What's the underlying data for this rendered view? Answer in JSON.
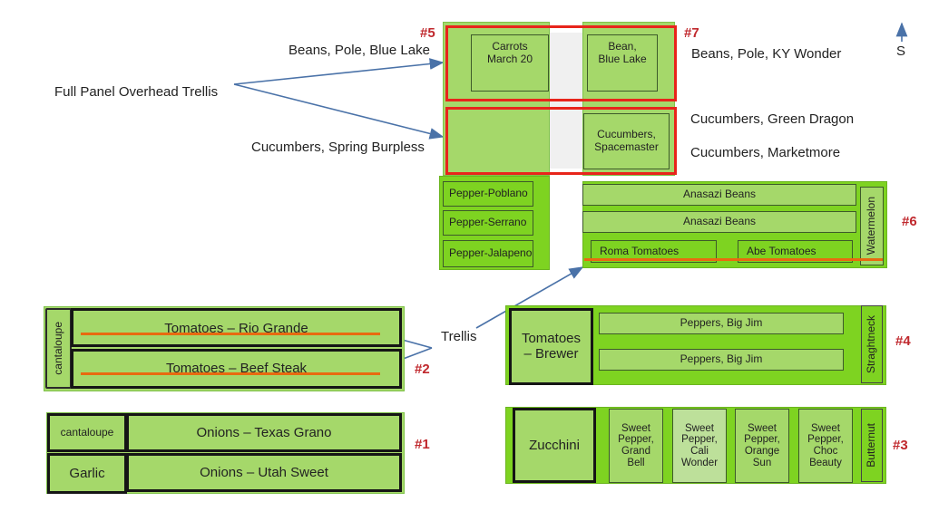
{
  "compass": {
    "label": "S",
    "icon": "arrow-up-icon"
  },
  "beds": {
    "b5": {
      "number": "#5",
      "plots": {
        "carrots": "Carrots\nMarch 20",
        "pepper_poblano": "Pepper-Poblano",
        "pepper_serrano": "Pepper-Serrano",
        "pepper_jalapeno": "Pepper-Jalapeno"
      }
    },
    "b7": {
      "number": "#7",
      "plots": {
        "bean_blue_lake": "Bean,\nBlue Lake",
        "cucumbers_spacemaster": "Cucumbers,\nSpacemaster"
      }
    },
    "b6": {
      "number": "#6",
      "plots": {
        "anasazi_1": "Anasazi Beans",
        "anasazi_2": "Anasazi Beans",
        "roma": "Roma Tomatoes",
        "abe": "Abe Tomatoes",
        "watermelon": "Watermelon"
      }
    },
    "b2": {
      "number": "#2",
      "plots": {
        "cantaloupe": "cantaloupe",
        "rio_grande": "Tomatoes – Rio Grande",
        "beef_steak": "Tomatoes – Beef Steak"
      }
    },
    "b1": {
      "number": "#1",
      "plots": {
        "cantaloupe": "cantaloupe",
        "garlic": "Garlic",
        "texas_grano": "Onions – Texas Grano",
        "utah_sweet": "Onions – Utah Sweet"
      }
    },
    "b4": {
      "number": "#4",
      "plots": {
        "brewer": "Tomatoes\n– Brewer",
        "big_jim_1": "Peppers, Big Jim",
        "big_jim_2": "Peppers, Big Jim",
        "straightneck": "Straghtneck"
      }
    },
    "b3": {
      "number": "#3",
      "plots": {
        "zucchini": "Zucchini",
        "grand_bell": "Sweet\nPepper,\nGrand\nBell",
        "cali_wonder": "Sweet\nPepper,\nCali\nWonder",
        "orange_sun": "Sweet\nPepper,\nOrange\nSun",
        "choc_beauty": "Sweet\nPepper,\nChoc\nBeauty",
        "butternut": "Butternut"
      }
    }
  },
  "annotations": {
    "beans_pole_blue_lake": "Beans, Pole, Blue Lake",
    "full_panel_trellis": "Full Panel Overhead Trellis",
    "cucumbers_spring_burpless": "Cucumbers, Spring Burpless",
    "beans_pole_ky_wonder": "Beans, Pole, KY Wonder",
    "cucumbers_green_dragon": "Cucumbers, Green Dragon",
    "cucumbers_marketmore": "Cucumbers, Marketmore",
    "trellis": "Trellis"
  },
  "colors": {
    "bed_light": "#a5d86a",
    "bed_bright": "#7ed321",
    "trellis_line": "#e86a10",
    "red_outline": "#e8241b",
    "bed_number": "#c0282d",
    "arrow": "#4a72a8"
  }
}
